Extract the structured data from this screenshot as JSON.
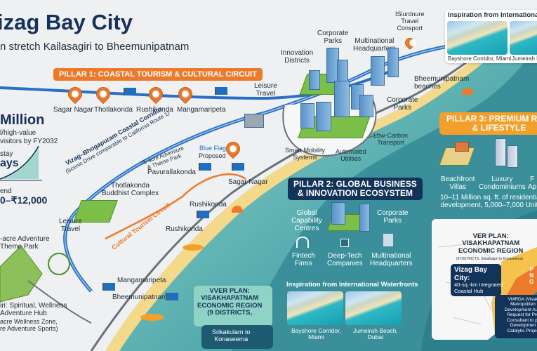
{
  "header": {
    "title": "izag Bay City",
    "subtitle": "n stretch Kailasagiri to Bheemunipatnam"
  },
  "stats": {
    "visitors_value": "Million",
    "visitors_desc_1": "l/high-value",
    "visitors_desc_2": "visitors by FY2032",
    "stay_label": "stay",
    "stay_value": "ays",
    "spend_label": "end",
    "spend_value": "0–₹12,000"
  },
  "pillar1": {
    "title": "PILLAR 1: COASTAL TOURISM & CULTURAL CIRCUIT",
    "sites": [
      "Sagar Nagar",
      "Thotlakonda",
      "Rushikonda",
      "Mangamaripeta"
    ],
    "icons": [
      "beach-pin-icon",
      "beach-pin-icon",
      "blue-flag-icon",
      "beach-pin-icon",
      "beach-pin-icon",
      "blue-flag-icon"
    ]
  },
  "corridor": {
    "name": "Vizag–Bhogapuram Coastal Corridor",
    "note": "(Scenic Drive comparable to California Route 1)"
  },
  "map_labels": {
    "leisure_travel_top": "Leisure\nTravel",
    "adventure_park": "75-acre Adventure\n& Theme Park",
    "blue_flag": "Blue Flag",
    "proposed": "Proposed",
    "pavurallakonda": "Pavurallakonda",
    "thotlakonda_complex": "Thotlakonda\nBuddhist Complex",
    "leisure_travel_left": "Leisure\nTravel",
    "cultural_circuit": "Cultural Tourism Circuit",
    "sagar_nagar": "Sagar Nagar",
    "rushikonda_1": "Rushikonda",
    "rushikonda_2": "Rushikonda",
    "mangamaripeta": "Mangamaripeta",
    "bheemunipatnam": "Bheemunipatnam",
    "adventure_left": "-acre Adventure\nTheme Park",
    "kailasagiri": "iri: Spiritual, Wellness\nAdventure Hub",
    "kailasagiri_sub": "acre Wellness Zone,\nre Adventure Sports)",
    "innovation_districts": "Innovation\nDistricts",
    "corporate_parks_top": "Corporate\nParks",
    "multinational_hq_top": "Multinational\nHeadquarters",
    "travel_transport": "ISiurdnure\nTravel\nConsport",
    "bheemunipatnam_beaches": "Bheemunipatnam\nbeaches",
    "corporate_parks_mid": "Corporate\nParks",
    "smart_mobility": "Smart Mobility\nSystems",
    "automated_utilities": "Automated\nUtilities",
    "low_carbon": "Low-Carbon\nTransport"
  },
  "inspiration_top": {
    "title": "Inspiration from International W",
    "photos": [
      "Bayshore Corridor, Miami",
      "Jumeirah B"
    ]
  },
  "pillar2": {
    "title": "PILLAR 2: GLOBAL BUSINESS\n& INNOVATION ECOSYSTEM",
    "items": [
      "Global\nCapability\nCentres",
      "Corporate\nParks",
      "Fintech\nFirms",
      "Deep-Tech\nCompanies",
      "Multinational\nHeadquarters"
    ]
  },
  "inspiration_bottom": {
    "title": "Inspiration from International Waterfronts",
    "photos": [
      "Bayshore Corridor,\nMiami",
      "Jumeirah Beach,\nDubai"
    ]
  },
  "ver_plan_left": {
    "title": "VVER PLAN:\nVISAKHAPATNAM\nECONOMIC REGION\n(9 DISTRICTS,",
    "sub": "Srikakulam to\nKonaseema"
  },
  "pillar3": {
    "title": "PILLAR 3: PREMIUM RESIDE\n& LIFESTYLE",
    "items": [
      "Beachfront\nVillas",
      "Luxury\nCondominiums",
      "F\nAp"
    ],
    "stat": "10–11 Million sq. ft. of residential\ndevelopment, 5,000–7,000 Units"
  },
  "region_map": {
    "title": "VER PLAN:\nVISAKHAPATNAM\nECONOMIC REGION",
    "sub": "(9 DISTRICTS, Srikakulam to Konaseema)",
    "callout_title": "Vizag Bay City:",
    "callout_text": "40-sq.-km Integrated\nCoastal Hub",
    "side_text": "P\nN\nG",
    "vmrda": "VMRDA (Visak\nMetropoliten\nDevelopment Aulh\nRequest for Pro\nConsultant to pr\nDevelopmen\nCatalytic Projec"
  },
  "colors": {
    "navy": "#16315a",
    "orange": "#ec7a2c",
    "amber": "#f3a02a",
    "sea_light": "#8fd0c6",
    "sea_deep": "#2f8793",
    "road_blue": "#2a6fc4"
  }
}
